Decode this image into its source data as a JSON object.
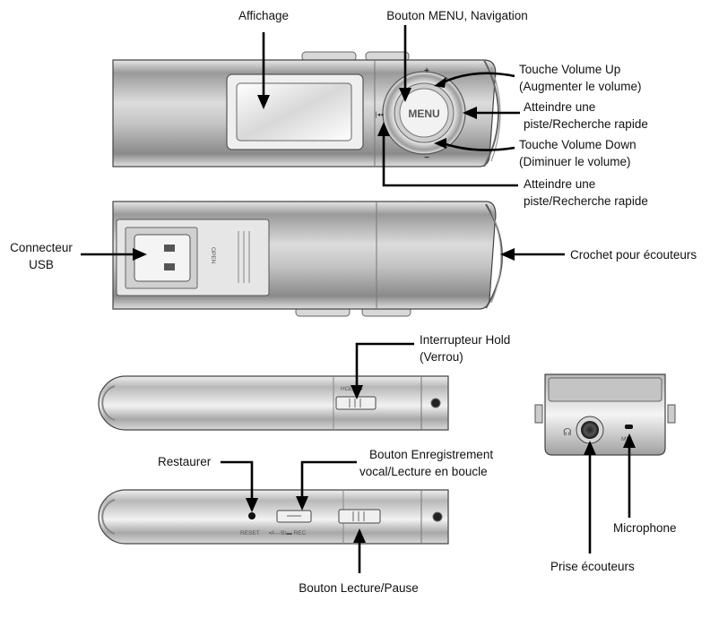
{
  "labels": {
    "affichage": "Affichage",
    "menu_nav": "Bouton MENU, Navigation",
    "vol_up_1": "Touche Volume Up",
    "vol_up_2": "(Augmenter le volume)",
    "skip_right_1": "Atteindre une",
    "skip_right_2": "piste/Recherche rapide",
    "vol_down_1": "Touche Volume Down",
    "vol_down_2": "(Diminuer le volume)",
    "skip_left_1": "Atteindre une",
    "skip_left_2": "piste/Recherche rapide",
    "usb_1": "Connecteur",
    "usb_2": "USB",
    "crochet": "Crochet pour écouteurs",
    "hold_1": "Interrupteur Hold",
    "hold_2": "(Verrou)",
    "restaurer": "Restaurer",
    "rec_1": "Bouton Enregistrement",
    "rec_2": "vocal/Lecture en boucle",
    "microphone": "Microphone",
    "prise": "Prise écouteurs",
    "play_pause": "Bouton Lecture/Pause"
  },
  "device_marks": {
    "menu": "MENU",
    "plus": "+",
    "minus": "−",
    "skip_back": "|◂◂",
    "open": "OPEN",
    "hold": "HOLD ▶",
    "reset": "RESET",
    "ab_rec": "▪A↔B/▬ REC",
    "mic": "MIC"
  },
  "colors": {
    "body_light": "#f4f4f4",
    "body_mid": "#c8c8c8",
    "body_dark": "#7a7a7a",
    "outline": "#444444"
  }
}
